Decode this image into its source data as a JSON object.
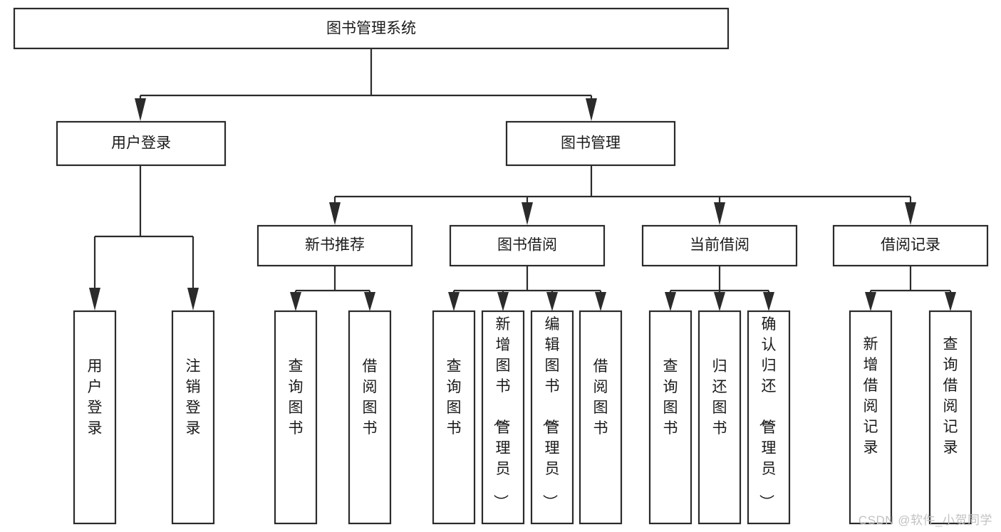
{
  "diagram": {
    "type": "tree-hierarchy-chart",
    "title": "图书管理系统",
    "watermark": "CSDN @软件_小贺同学",
    "colors": {
      "box_stroke": "#2b2b2b",
      "box_fill": "#ffffff",
      "connector": "#2b2b2b",
      "text": "#1a1a1a",
      "watermark": "#c2c2c2",
      "background": "#ffffff"
    },
    "root": {
      "label": "图书管理系统"
    },
    "level2": [
      {
        "label": "用户登录"
      },
      {
        "label": "图书管理"
      }
    ],
    "level3": [
      {
        "label": "新书推荐"
      },
      {
        "label": "图书借阅"
      },
      {
        "label": "当前借阅"
      },
      {
        "label": "借阅记录"
      }
    ],
    "leaves": {
      "user_login": [
        {
          "label": "用户登录"
        },
        {
          "label": "注销登录"
        }
      ],
      "new_book_recommend": [
        {
          "label": "查询图书"
        },
        {
          "label": "借阅图书"
        }
      ],
      "book_borrow": [
        {
          "label": "查询图书"
        },
        {
          "label": "新增图书（管理员）"
        },
        {
          "label": "编辑图书（管理员）"
        },
        {
          "label": "借阅图书"
        }
      ],
      "current_borrow": [
        {
          "label": "查询图书"
        },
        {
          "label": "归还图书"
        },
        {
          "label": "确认归还（管理员）"
        }
      ],
      "borrow_record": [
        {
          "label": "新增借阅记录"
        },
        {
          "label": "查询借阅记录"
        }
      ]
    }
  }
}
